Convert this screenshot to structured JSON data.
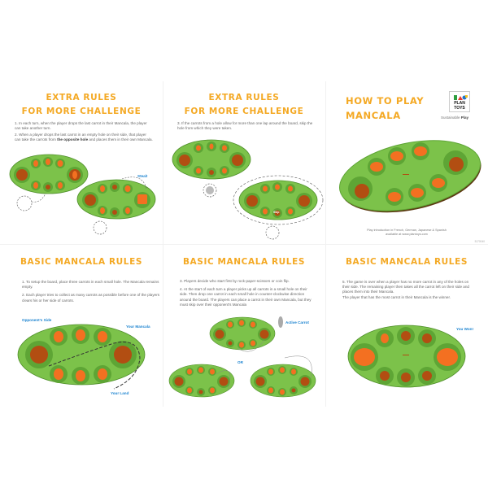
{
  "document": {
    "type": "Mancala instruction sheet",
    "brand": {
      "logo_line1": "PLAN",
      "logo_line2": "TOYS",
      "tagline_prefix": "Sustainable ",
      "tagline_bold": "Play"
    },
    "colors": {
      "title_orange": "#f4a924",
      "board_green": "#7cc24a",
      "board_dark_green": "#4f8f2a",
      "hole_green": "#5ea535",
      "mancala_brown": "#b24e12",
      "carrot_orange": "#f37021",
      "label_blue": "#1d84d0",
      "text_gray": "#666666"
    }
  },
  "panels": [
    {
      "id": "extra-rules-1",
      "title_line1": "EXTRA RULES",
      "title_line2": "FOR MORE CHALLENGE",
      "rules": [
        "1. In each turn, when the player drops the last carrot in their Mancala, the player can take another turn.",
        {
          "before": "2. When a player drops the last carrot in an empty hole on their side, that player can take the carrots from ",
          "bold": "the opposite hole",
          "after": " and places them in their own Mancala."
        }
      ],
      "labels": {
        "steal": "Steal!"
      }
    },
    {
      "id": "extra-rules-2",
      "title_line1": "EXTRA RULES",
      "title_line2": "FOR MORE CHALLENGE",
      "rules": [
        "3. If the carrots from a hole allow for more than one lap around the board, skip the hole from which they were taken."
      ],
      "labels": {
        "skip": "Skip"
      }
    },
    {
      "id": "cover",
      "title_line1": "HOW TO PLAY",
      "title_line2": "MANCALA",
      "footer_line1": "Play introduction in French, German, Japanese & Spanish",
      "footer_line2": "available at www.plantoys.com",
      "product_code": "5170040"
    },
    {
      "id": "basic-rules-1",
      "title": "BASIC MANCALA RULES",
      "rules": [
        "1.  To setup the board, place three carrots in each small hole. The Mancala remains empty.",
        "2. Each player tries to collect as many carrots as possible before one of the players clears his or her side of carrots."
      ],
      "labels": {
        "opponent_side": "Opponent's Side",
        "your_mancala": "Your Mancala",
        "your_land": "Your Land"
      }
    },
    {
      "id": "basic-rules-2",
      "title": "BASIC MANCALA RULES",
      "rules": [
        "3. Players decide who start first by rock-paper-scissors or coin flip.",
        "4. At the start of each turn a player picks up all carrots in a small hole on their side. Then drop one carrot in each small hole in counter-clockwise direction around the board. The players can place a carrot in their own Mancala, but they must skip over their opponent's Mancala"
      ],
      "labels": {
        "active_carrot": "Active Carrot",
        "or": "OR"
      }
    },
    {
      "id": "basic-rules-3",
      "title": "BASIC MANCALA RULES",
      "rules": [
        "5. The game is over when a player has no more carrot in any of the holes on their side.  The remaining player then takes all the carrot left on their side and places them into their Mancala.",
        "The player that has the most carrot in their Mancala is the winner."
      ],
      "labels": {
        "you_won": "You Won!"
      }
    }
  ]
}
